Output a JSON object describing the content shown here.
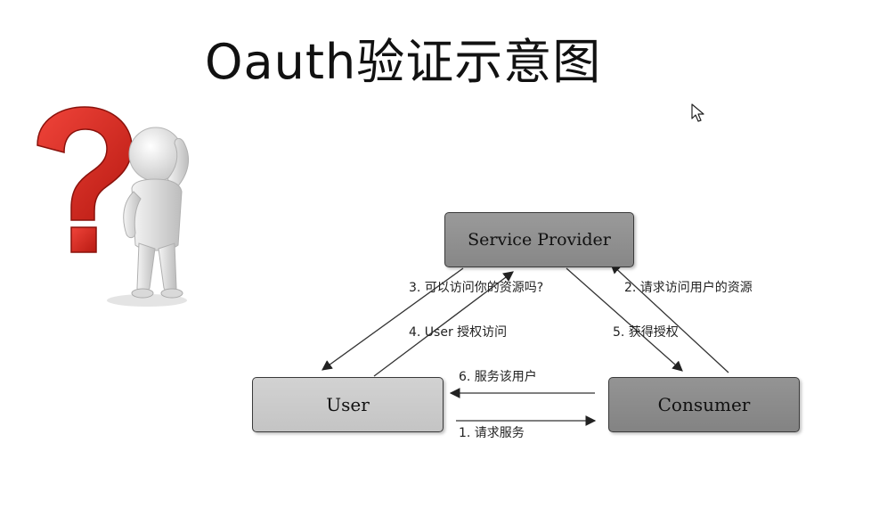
{
  "title": "Oauth验证示意图",
  "diagram": {
    "nodes": {
      "service_provider": "Service Provider",
      "user": "User",
      "consumer": "Consumer"
    },
    "steps": {
      "step1": "1.  请求服务",
      "step2": "2.  请求访问用户的资源",
      "step3": "3.  可以访问你的资源吗?",
      "step4": "4. User 授权访问",
      "step5": "5.  获得授权",
      "step6": "6.  服务该用户"
    }
  },
  "icons": {
    "clipart": "thinking-figure-question-mark-icon",
    "cursor": "mouse-cursor-icon"
  },
  "colors": {
    "question_mark": "#d9261c",
    "provider_fill": "#8f8f8f",
    "user_fill": "#cbcbcb",
    "consumer_fill": "#8b8b8b"
  }
}
